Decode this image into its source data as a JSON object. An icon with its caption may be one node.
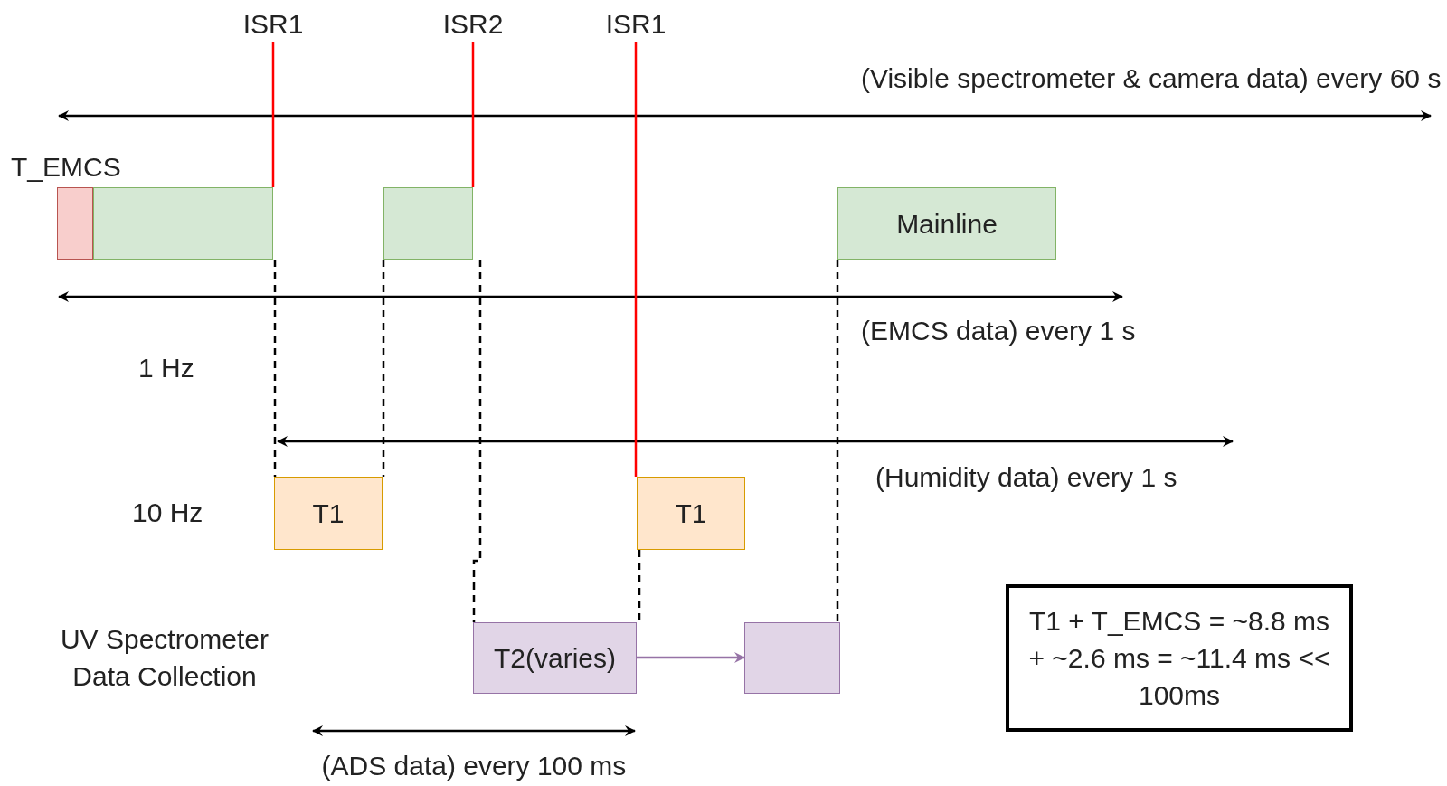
{
  "diagram": {
    "nodes": [
      {
        "text": [
          "ISR1"
        ]
      },
      {
        "text": [
          "ISR2"
        ]
      },
      {
        "text": [
          "ISR1"
        ]
      },
      {
        "text": [],
        "shape": "box"
      },
      {
        "text": [],
        "shape": "box"
      },
      {
        "text": [],
        "shape": "box"
      },
      {
        "text": [
          "Mainline"
        ]
      },
      {
        "text": [
          "T1"
        ]
      },
      {
        "text": [
          "T1"
        ]
      },
      {
        "text": [
          "T2(varies)"
        ]
      },
      {
        "text": [],
        "shape": "box"
      },
      {
        "text": [
          "T1 + T_EMCS = ~8.8 ms + ~2.6 ms = ~11.4 ms << 100ms"
        ]
      }
    ],
    "edges": [
      {
        "from": 0,
        "to": 4,
        "arrow": "none",
        "color": "#ff0000"
      },
      {
        "from": 1,
        "to": 5,
        "arrow": "none",
        "color": "#ff0000"
      },
      {
        "from": 2,
        "to": 8,
        "arrow": "none",
        "color": "#ff0000"
      },
      {
        "from": 4,
        "to": 7,
        "arrow": "none",
        "style": "dashed"
      },
      {
        "from": 5,
        "to": 7,
        "arrow": "none",
        "style": "dashed"
      },
      {
        "from": 5,
        "to": 9,
        "arrow": "none",
        "style": "dashed"
      },
      {
        "from": 8,
        "to": 9,
        "arrow": "none",
        "style": "dashed"
      },
      {
        "from": 6,
        "to": 10,
        "arrow": "none",
        "style": "dashed"
      },
      {
        "from": 9,
        "to": 10,
        "arrow": "to",
        "color": "#9673a6"
      }
    ],
    "labels": [
      "(Visible spectrometer & camera data) every 60 s",
      "T_EMCS",
      "(EMCS data) every 1 s",
      "1 Hz",
      "(Humidity data) every 1 s",
      "10 Hz",
      "UV Spectrometer Data Collection",
      "(ADS data) every 100 ms"
    ]
  }
}
